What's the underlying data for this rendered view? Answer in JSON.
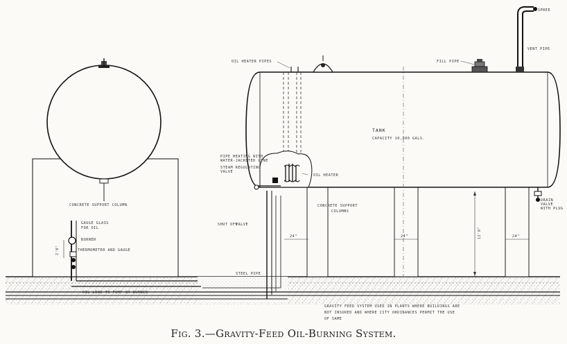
{
  "caption": "Fig. 3.—Gravity-Feed Oil-Burning System.",
  "labels": {
    "spree": "SPREE",
    "vent_pipe": "VENT PIPE",
    "oil_heater_pipes": "OIL HEATER PIPES",
    "fill_pipe": "FILL PIPE",
    "tank": "TANK",
    "capacity": "CAPACITY 10,000 GALS.",
    "pipe_heating_note_1": "PIPE HEATING WITH",
    "pipe_heating_note_2": "WATER-JACKETED LINE",
    "steam_regulating": "STEAM REGULATING",
    "valve": "VALVE",
    "oil_heater": "OIL HEATER",
    "concrete_support_column_left": "CONCRETE SUPPORT COLUMN",
    "concrete_support_column_mid_1": "CONCRETE SUPPORT",
    "concrete_support_column_mid_2": "COLUMNS",
    "shut_off_valve_1": "SHUT OFF",
    "shut_off_valve_2": "VALVE",
    "gauge_glass_1": "GAUGE GLASS",
    "gauge_glass_2": "FOR OIL",
    "burner": "BURNER",
    "thermometer": "THERMOMETER AND GAUGE",
    "steel_pipe": "STEEL PIPE",
    "oil_line": "OIL LINE TO PUMP OR BURNER",
    "drain_valve_1": "DRAIN",
    "drain_valve_2": "VALVE",
    "drain_valve_3": "WITH PLUG",
    "dim_24_a": "24\"",
    "dim_24_b": "24\"",
    "dim_24_c": "24\"",
    "dim_height": "12'0\"",
    "dim_left": "2'0\"",
    "note_1": "GRAVITY FEED SYSTEM USED IN PLANTS WHERE BUILDINGS ARE",
    "note_2": "NOT INSURED AND WHERE CITY ORDINANCES PERMIT THE USE",
    "note_3": "OF SAME"
  }
}
